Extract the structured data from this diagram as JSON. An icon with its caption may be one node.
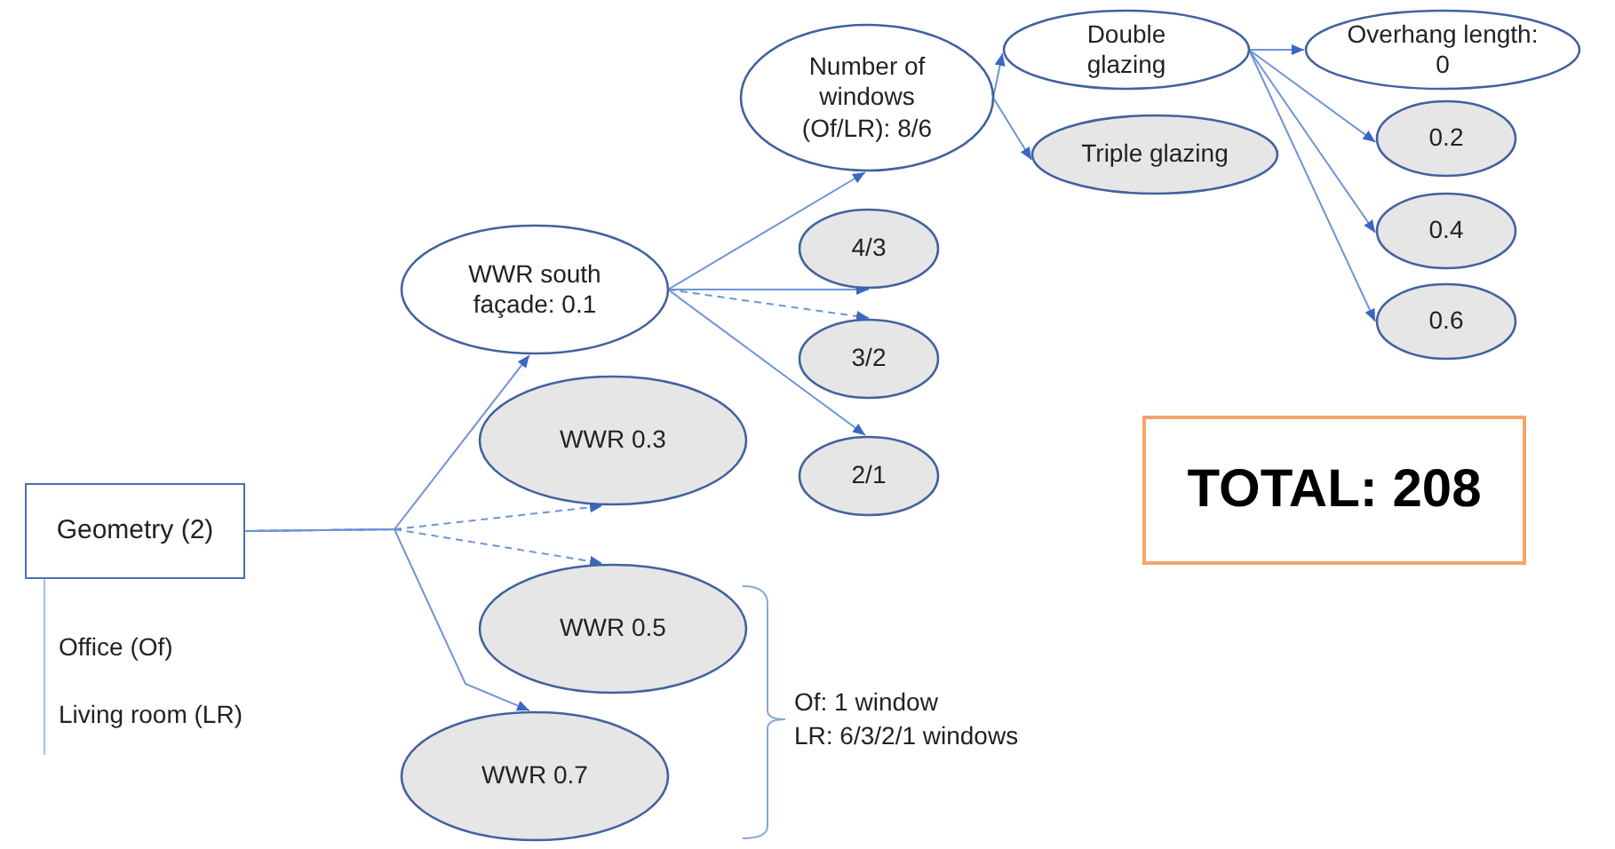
{
  "diagram": {
    "nodes": [
      {
        "text": [
          "Geometry (2)"
        ],
        "beside": [
          "Office (Of)",
          "Living room (LR)"
        ]
      },
      {
        "text": [
          "WWR south façade: 0.1"
        ]
      },
      {
        "text": [
          "WWR 0.3"
        ]
      },
      {
        "text": [
          "WWR 0.5"
        ]
      },
      {
        "text": [
          "WWR 0.7"
        ]
      },
      {
        "text": [
          "Number of windows (Of/LR): 8/6"
        ]
      },
      {
        "text": [
          "4/3"
        ]
      },
      {
        "text": [
          "3/2"
        ]
      },
      {
        "text": [
          "2/1"
        ]
      },
      {
        "text": [
          "Double glazing"
        ]
      },
      {
        "text": [
          "Triple glazing"
        ]
      },
      {
        "text": [
          "Overhang length: 0"
        ]
      },
      {
        "text": [
          "0.2"
        ]
      },
      {
        "text": [
          "0.4"
        ]
      },
      {
        "text": [
          "0.6"
        ]
      },
      {
        "text": [
          "TOTAL: 208"
        ]
      }
    ],
    "edges": [
      {
        "from": 0,
        "to": 1,
        "arrow": "to"
      },
      {
        "from": 0,
        "to": 2,
        "arrow": "to",
        "style": "dashed"
      },
      {
        "from": 0,
        "to": 3,
        "arrow": "to",
        "style": "dashed"
      },
      {
        "from": 0,
        "to": 4,
        "arrow": "to"
      },
      {
        "from": 1,
        "to": 5,
        "arrow": "to"
      },
      {
        "from": 1,
        "to": 6,
        "arrow": "to"
      },
      {
        "from": 1,
        "to": 7,
        "arrow": "to",
        "style": "dashed"
      },
      {
        "from": 1,
        "to": 8,
        "arrow": "to"
      },
      {
        "from": 5,
        "to": 9,
        "arrow": "to"
      },
      {
        "from": 5,
        "to": 10,
        "arrow": "to"
      },
      {
        "from": 9,
        "to": 11,
        "arrow": "to"
      },
      {
        "from": 9,
        "to": 12,
        "arrow": "to"
      },
      {
        "from": 9,
        "to": 13,
        "arrow": "to"
      },
      {
        "from": 9,
        "to": 14,
        "arrow": "to"
      }
    ],
    "labels": [
      "Of: 1 window",
      "LR: 6/3/2/1 windows"
    ]
  }
}
